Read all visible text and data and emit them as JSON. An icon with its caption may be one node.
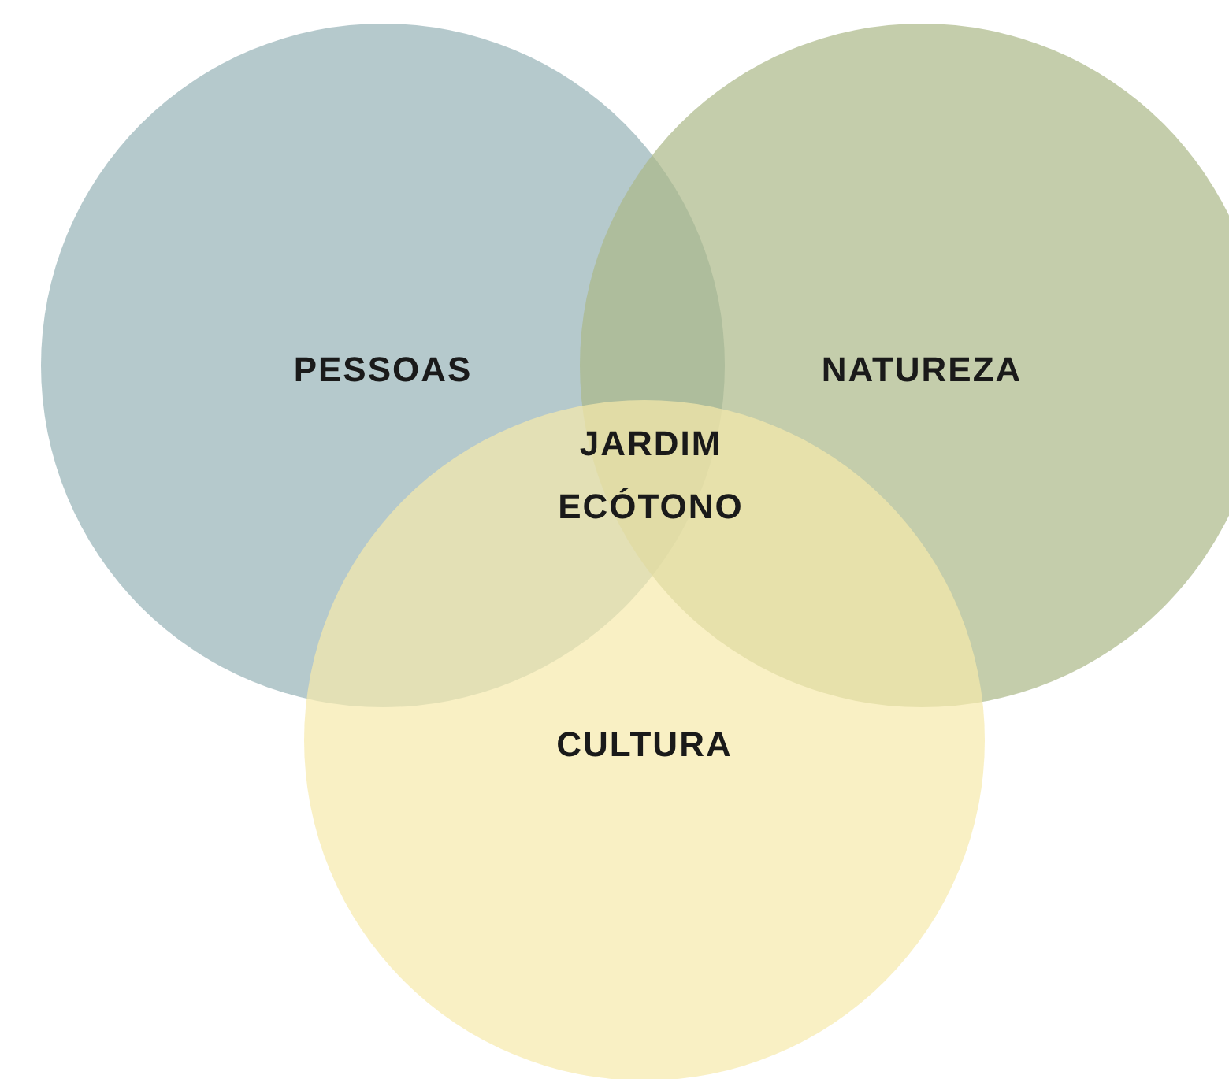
{
  "diagram": {
    "nodes": [
      {
        "text": [
          "PESSOAS"
        ]
      },
      {
        "text": [
          "NATUREZA"
        ]
      },
      {
        "text": [
          "CULTURA"
        ]
      }
    ],
    "labels": [
      "JARDIM ECÓTONO"
    ]
  }
}
